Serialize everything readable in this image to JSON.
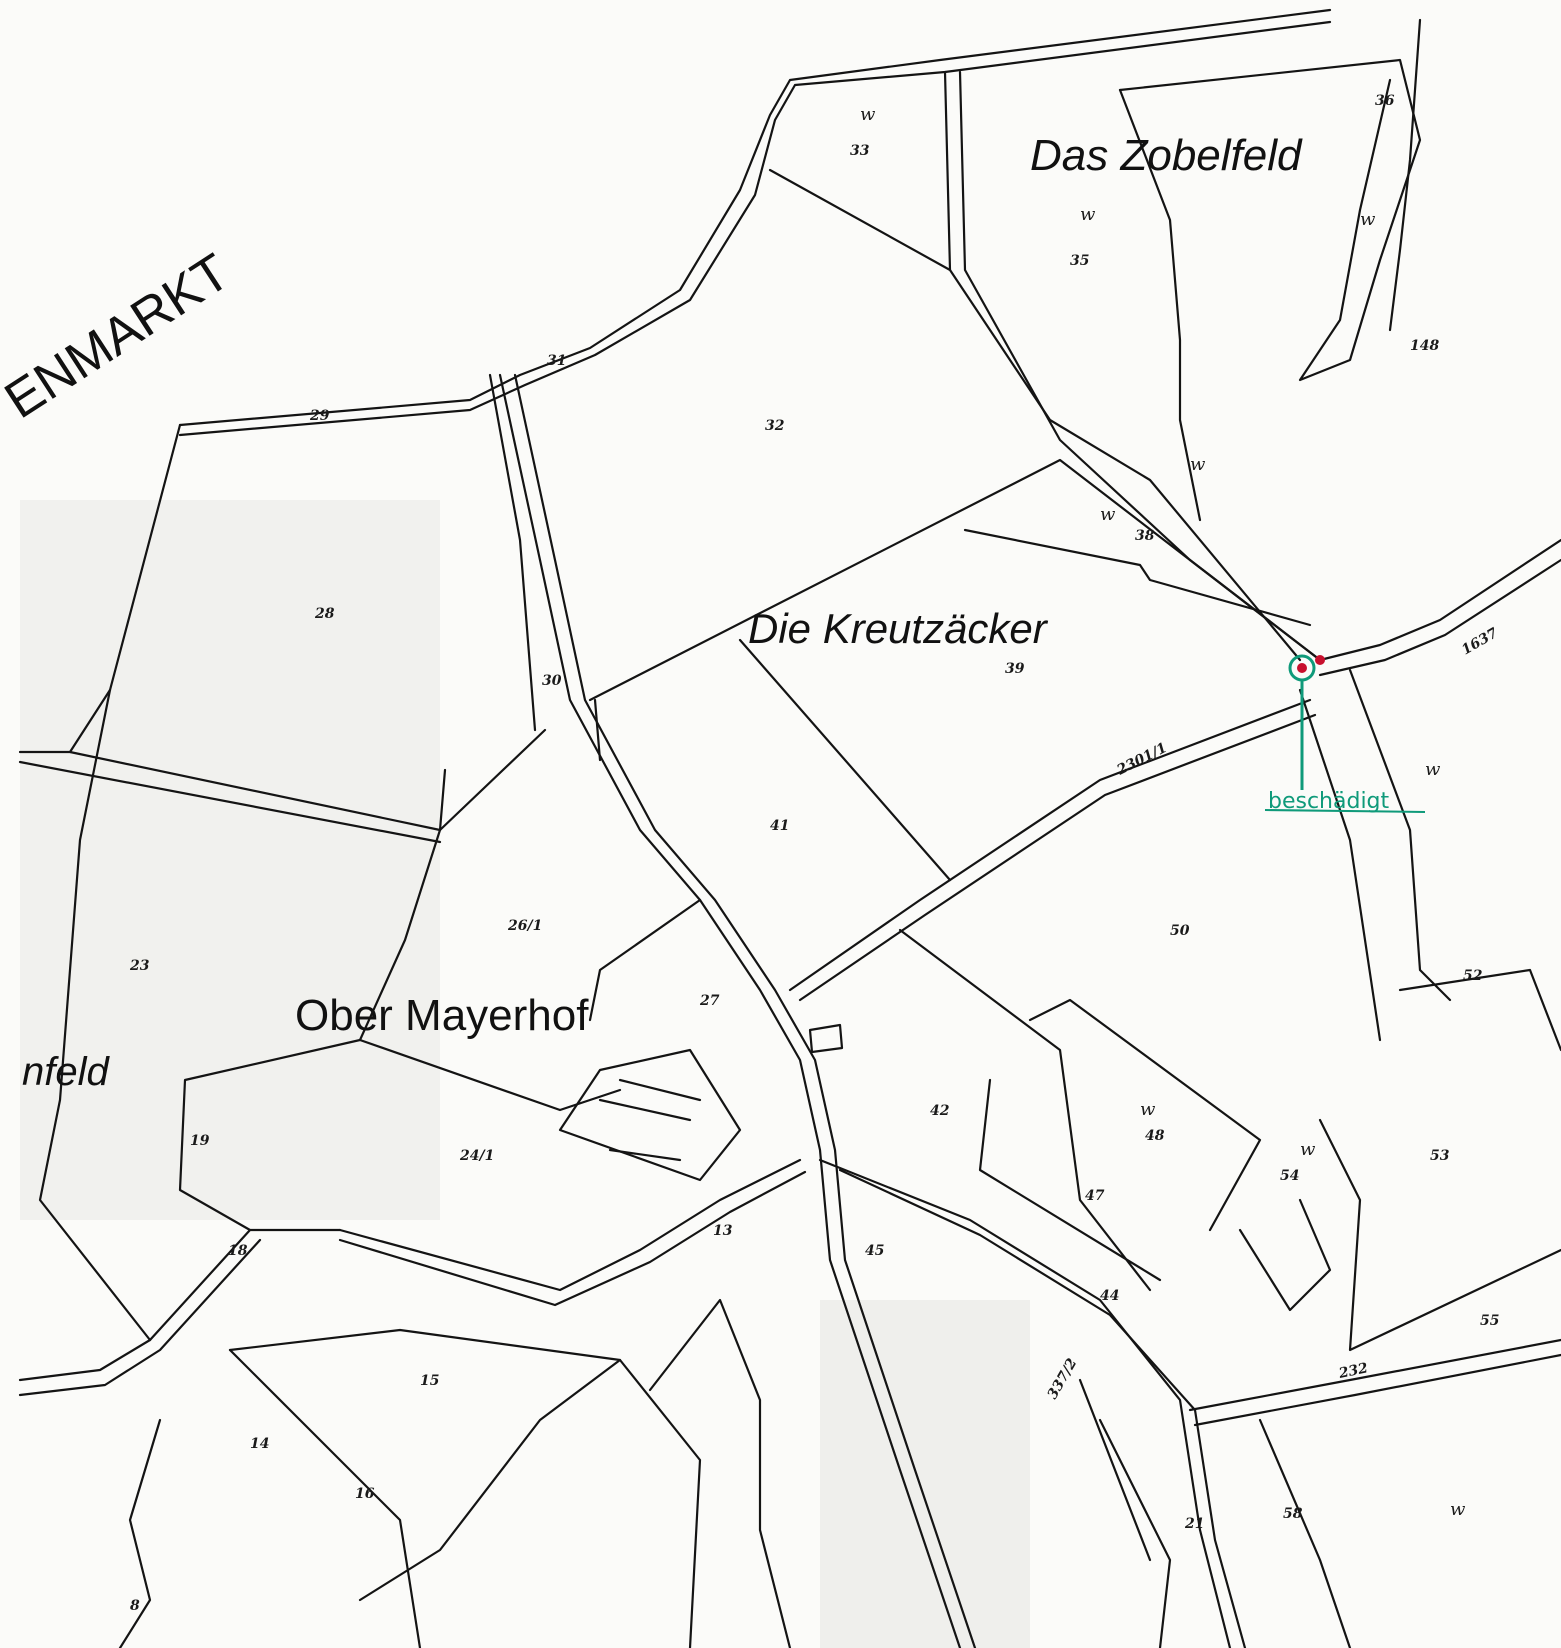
{
  "map": {
    "regions": {
      "markt": "ENMARKT",
      "zobelfeld": "Das Zobelfeld",
      "kreutzaecker": "Die Kreutzäcker",
      "obermayerhof": "Ober Mayerhof",
      "feld": "nfeld"
    },
    "parcels": [
      "36",
      "33",
      "35",
      "148",
      "32",
      "31",
      "29",
      "28",
      "38",
      "30",
      "39",
      "41",
      "26/1",
      "23",
      "27",
      "50",
      "52",
      "42",
      "48",
      "53",
      "54",
      "24/1",
      "19",
      "13",
      "18",
      "45",
      "47",
      "44",
      "15",
      "14",
      "16",
      "55",
      "21",
      "58",
      "8"
    ],
    "roads": [
      "2301/1",
      "337/2",
      "232",
      "1637"
    ],
    "field_symbol": "w",
    "marker": {
      "text": "beschädigt",
      "color": "#0f9a7a",
      "pin_color": "#c8102e"
    },
    "colors": {
      "ink": "#141414",
      "paper": "#fbfbf9",
      "annotation": "#0f9a7a"
    }
  }
}
